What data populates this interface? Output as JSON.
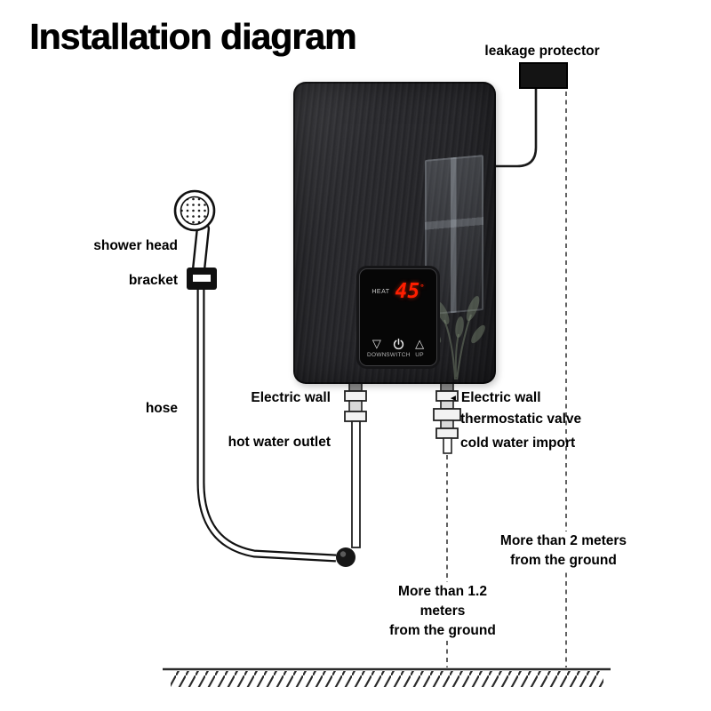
{
  "title": "Installation diagram",
  "heater": {
    "display": {
      "heat_label": "HEAT",
      "temperature": "45",
      "degree_mark": "°",
      "down_label": "DOWN",
      "switch_label": "SWITCH",
      "up_label": "UP",
      "temperature_color": "#ff1e00"
    }
  },
  "labels": {
    "leakage_protector": "leakage protector",
    "shower_head": "shower head",
    "bracket": "bracket",
    "hose": "hose",
    "electric_wall_left": "Electric wall",
    "hot_water_outlet": "hot water outlet",
    "pointer_arrow": "◄",
    "electric_wall_right": "Electric wall",
    "thermostatic_valve": "thermostatic valve",
    "cold_water_import": "cold water import",
    "height_right_line1": "More than 2 meters",
    "height_right_line2": "from the ground",
    "height_center_line1": "More than 1.2 meters",
    "height_center_line2": "from the ground"
  }
}
